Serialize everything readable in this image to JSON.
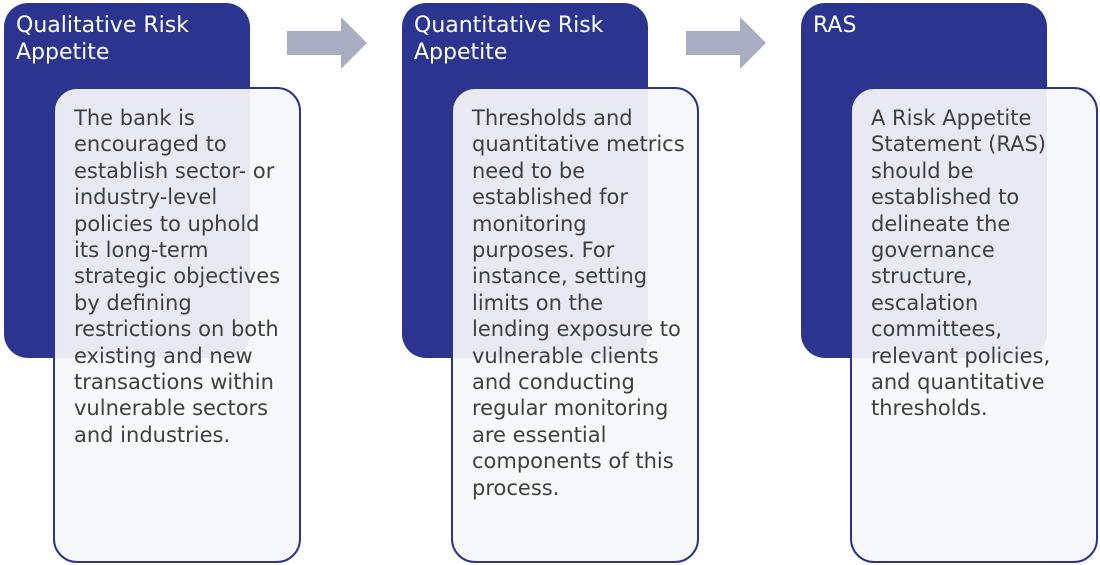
{
  "colors": {
    "header_fill": "#2b3590",
    "body_border": "#2b3590",
    "body_fill": "#f6f7fb",
    "arrow_fill": "#a9adc2",
    "body_text": "#3f3f3f"
  },
  "steps": [
    {
      "title": "Qualitative Risk Appetite",
      "body": "The bank is encouraged to establish sector- or industry-level policies to uphold its long-term strategic objectives by defining restrictions on both existing and new transactions within vulnerable sectors and industries."
    },
    {
      "title": "Quantitative Risk Appetite",
      "body": "Thresholds and quantitative metrics need to be established for monitoring purposes. For instance, setting limits on the lending exposure to vulnerable clients and conducting regular monitoring are essential components of this process."
    },
    {
      "title": "RAS",
      "body": "A Risk Appetite Statement (RAS) should be established to delineate the governance structure, escalation committees, relevant policies, and quantitative thresholds."
    }
  ],
  "arrows": [
    {
      "icon": "right-arrow-icon"
    },
    {
      "icon": "right-arrow-icon"
    }
  ]
}
